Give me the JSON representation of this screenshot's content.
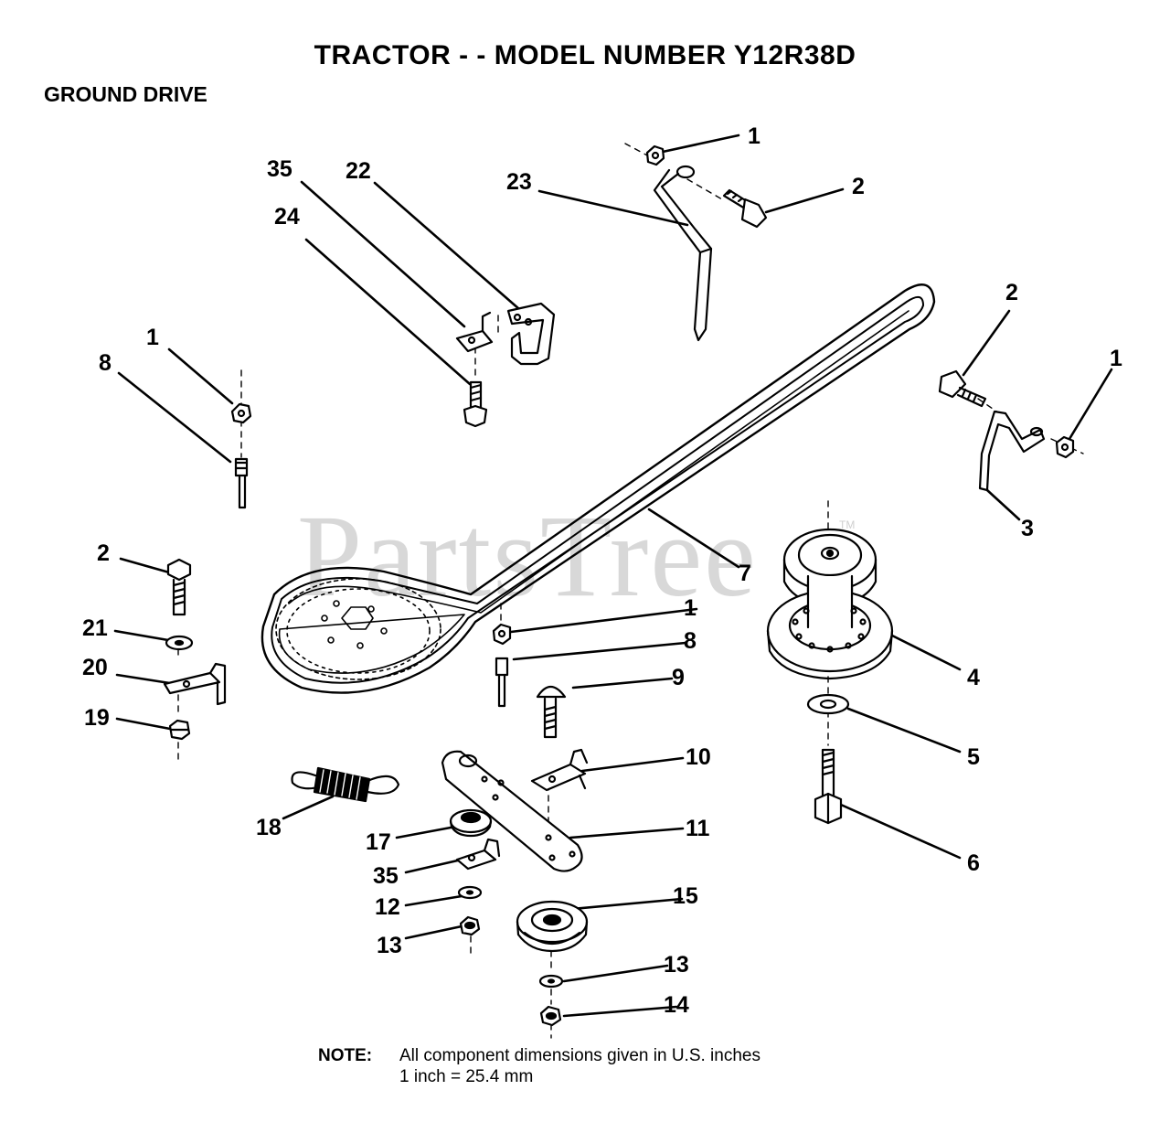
{
  "title": "TRACTOR - - MODEL NUMBER Y12R38D",
  "subtitle": "GROUND DRIVE",
  "watermark": "PartsTree",
  "watermark_tm": "TM",
  "note": {
    "label": "NOTE:",
    "line1": "All component dimensions given in U.S. inches",
    "line2": "1 inch = 25.4 mm"
  },
  "callouts": [
    {
      "id": "c1",
      "text": "1"
    },
    {
      "id": "c2",
      "text": "2"
    },
    {
      "id": "c3",
      "text": "23"
    },
    {
      "id": "c4",
      "text": "35"
    },
    {
      "id": "c5",
      "text": "22"
    },
    {
      "id": "c6",
      "text": "24"
    },
    {
      "id": "c7",
      "text": "2"
    },
    {
      "id": "c8",
      "text": "1"
    },
    {
      "id": "c9",
      "text": "3"
    },
    {
      "id": "c10",
      "text": "1"
    },
    {
      "id": "c11",
      "text": "8"
    },
    {
      "id": "c12",
      "text": "7"
    },
    {
      "id": "c13",
      "text": "2"
    },
    {
      "id": "c14",
      "text": "21"
    },
    {
      "id": "c15",
      "text": "20"
    },
    {
      "id": "c16",
      "text": "19"
    },
    {
      "id": "c17",
      "text": "1"
    },
    {
      "id": "c18",
      "text": "8"
    },
    {
      "id": "c19",
      "text": "9"
    },
    {
      "id": "c20",
      "text": "4"
    },
    {
      "id": "c21",
      "text": "5"
    },
    {
      "id": "c22",
      "text": "10"
    },
    {
      "id": "c23",
      "text": "6"
    },
    {
      "id": "c24",
      "text": "18"
    },
    {
      "id": "c25",
      "text": "11"
    },
    {
      "id": "c26",
      "text": "17"
    },
    {
      "id": "c27",
      "text": "35"
    },
    {
      "id": "c28",
      "text": "12"
    },
    {
      "id": "c29",
      "text": "13"
    },
    {
      "id": "c30",
      "text": "15"
    },
    {
      "id": "c31",
      "text": "13"
    },
    {
      "id": "c32",
      "text": "14"
    }
  ]
}
